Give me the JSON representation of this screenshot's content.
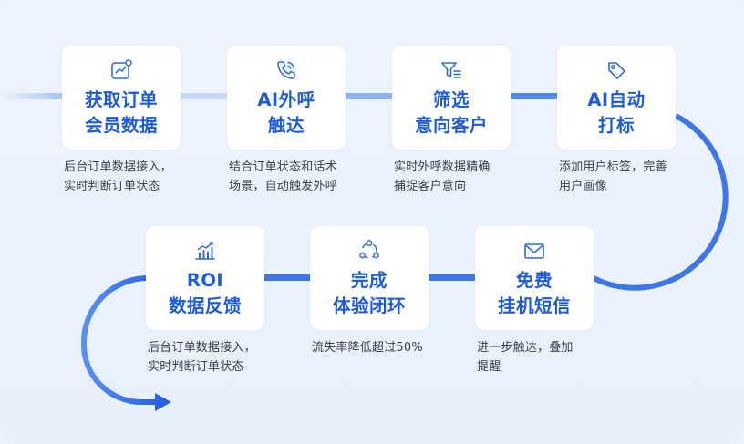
{
  "colors": {
    "accent": "#1e5bd8",
    "flow_line": "#3f76e6",
    "card_bg": "#ffffff",
    "text": "#3a3f4a",
    "background": "#e9f1fc"
  },
  "steps": [
    {
      "icon": "trend-chart-icon",
      "title": [
        "获取订单",
        "会员数据"
      ],
      "desc": [
        "后台订单数据接入，",
        "实时判断订单状态"
      ]
    },
    {
      "icon": "phone-call-icon",
      "title": [
        "AI外呼",
        "触达"
      ],
      "desc": [
        "结合订单状态和话术",
        "场景，自动触发外呼"
      ]
    },
    {
      "icon": "filter-icon",
      "title": [
        "筛选",
        "意向客户"
      ],
      "desc": [
        "实时外呼数据精确",
        "捕捉客户意向"
      ]
    },
    {
      "icon": "tag-icon",
      "title": [
        "AI自动",
        "打标"
      ],
      "desc": [
        "添加用户标签，完善",
        "用户画像"
      ]
    },
    {
      "icon": "envelope-icon",
      "title": [
        "免费",
        "挂机短信"
      ],
      "desc": [
        "进一步触达，叠加",
        "提醒"
      ]
    },
    {
      "icon": "cycle-icon",
      "title": [
        "完成",
        "体验闭环"
      ],
      "desc": [
        "流失率降低超过50%"
      ]
    },
    {
      "icon": "bar-chart-icon",
      "title": [
        "ROI",
        "数据反馈"
      ],
      "desc": [
        "后台订单数据接入，",
        "实时判断订单状态"
      ]
    }
  ]
}
